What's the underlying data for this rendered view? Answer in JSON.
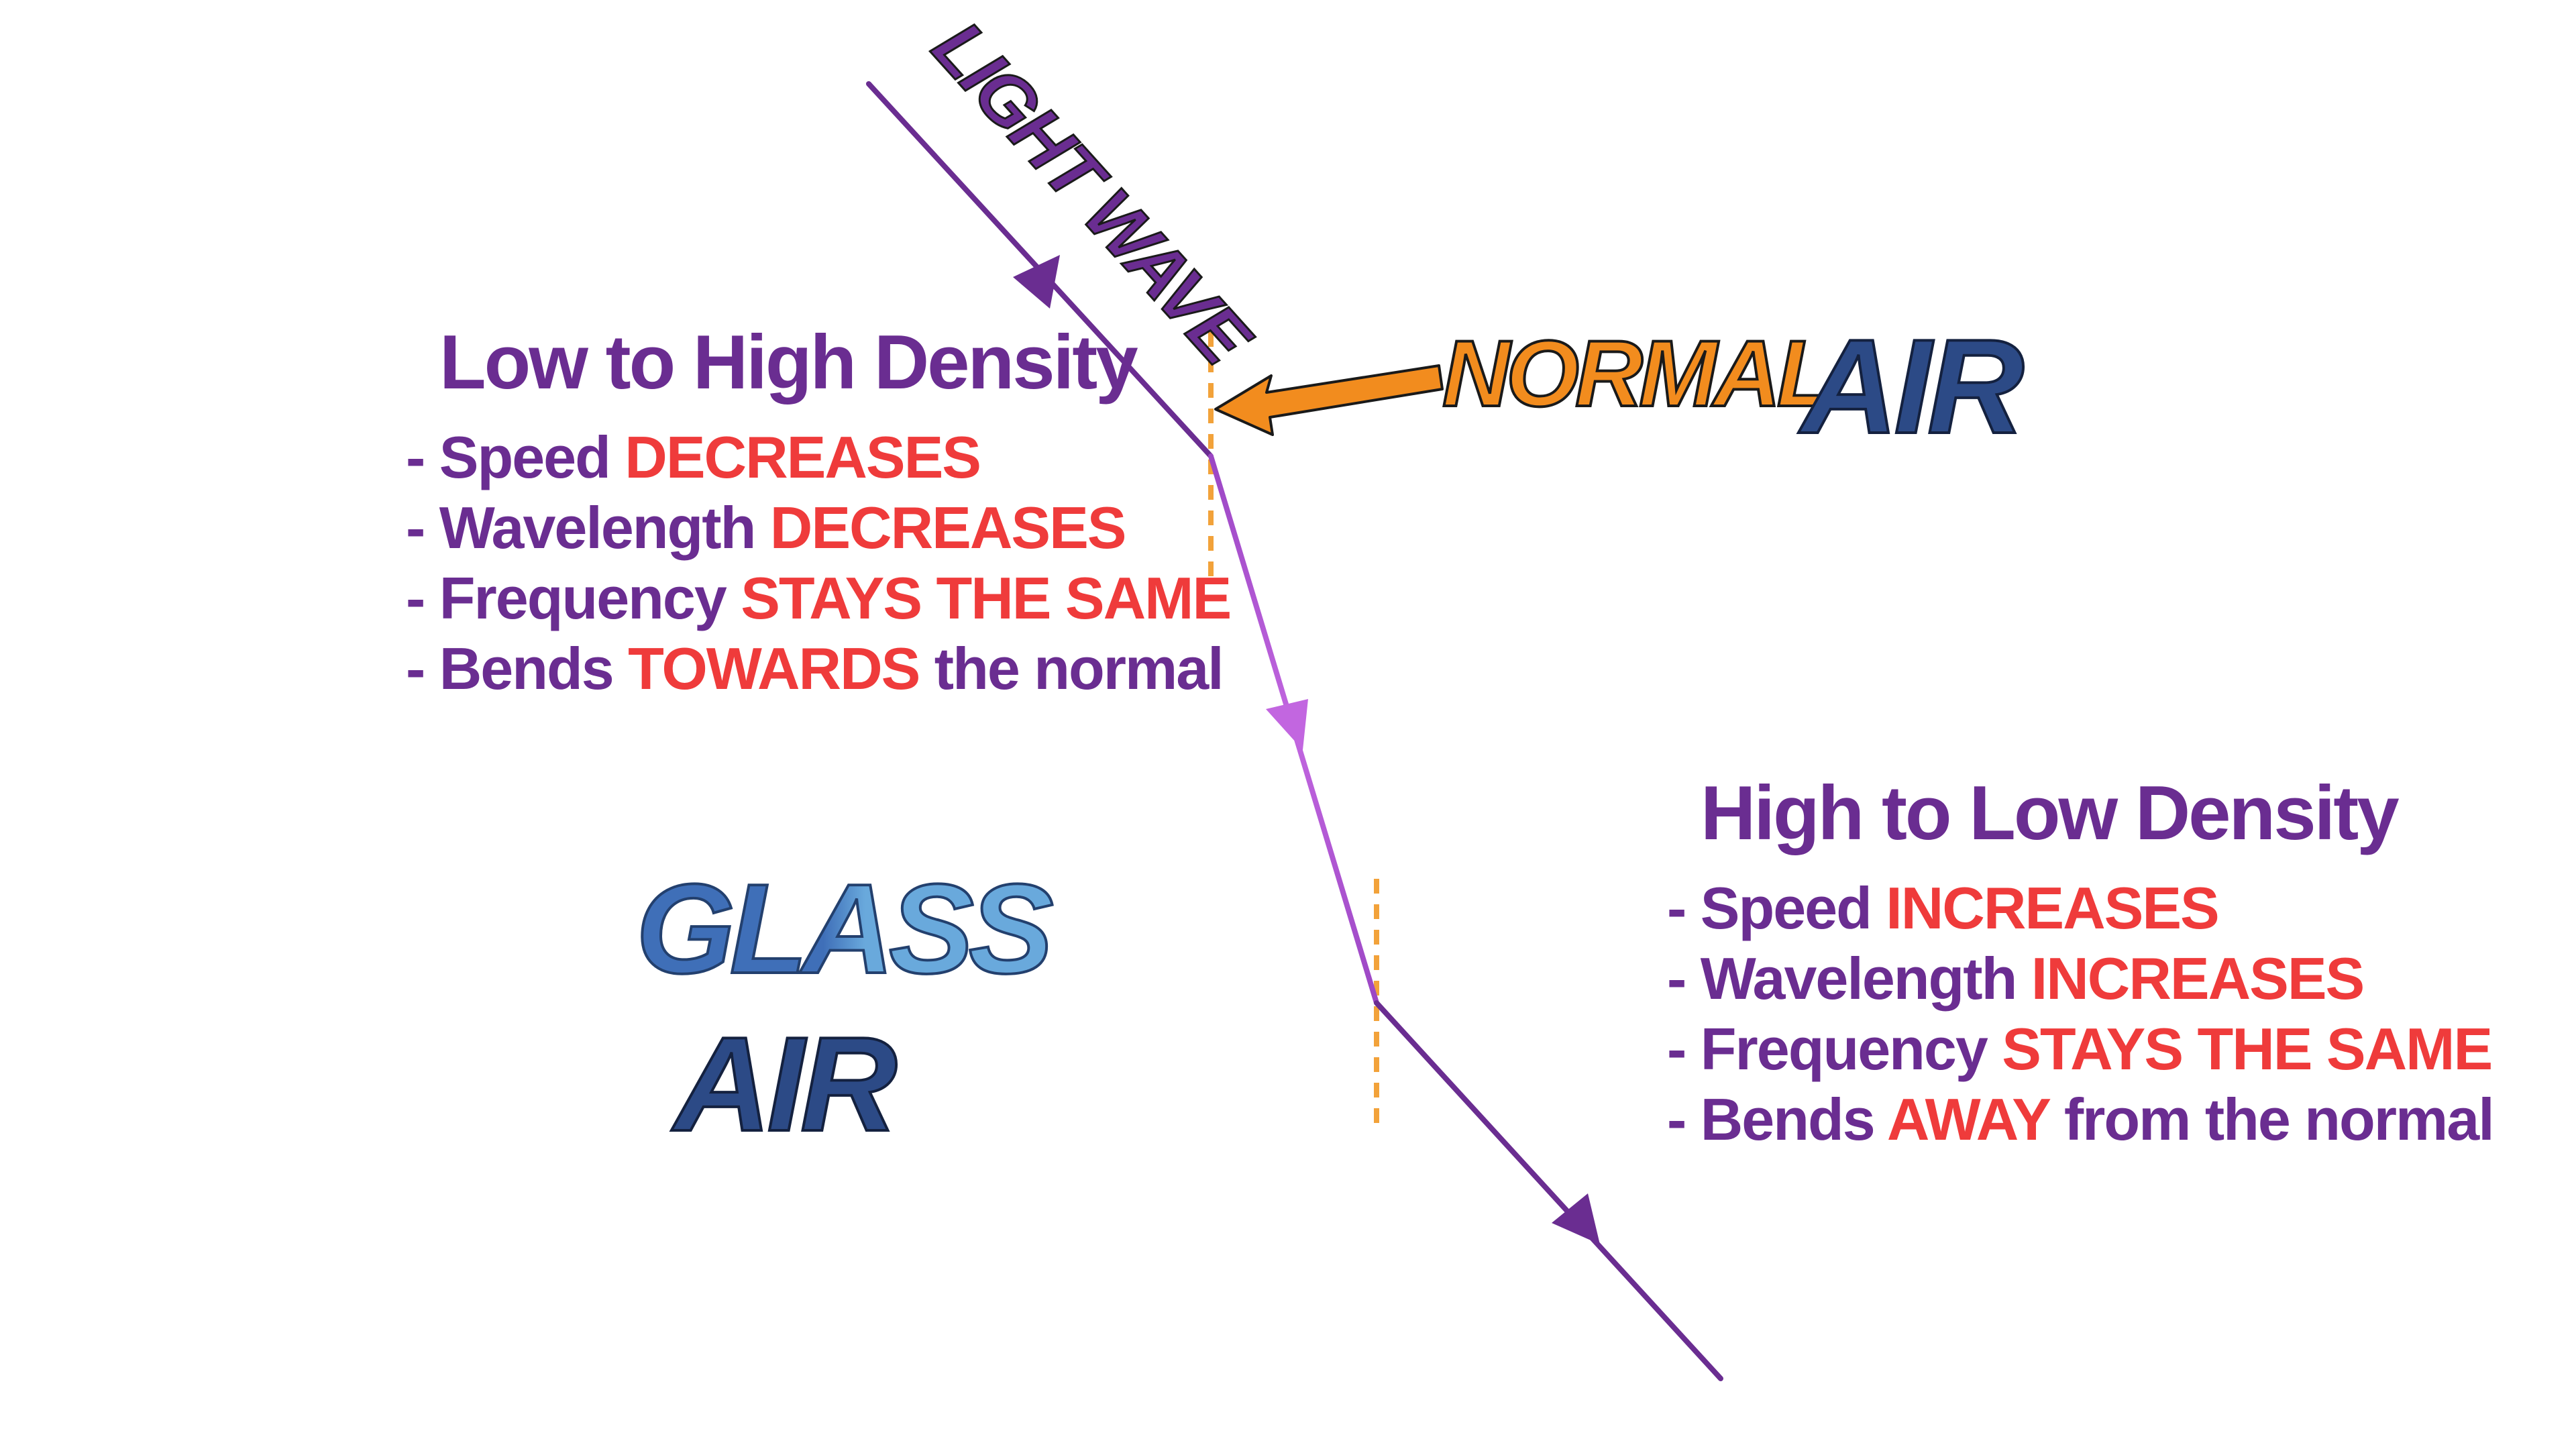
{
  "labels": {
    "light_wave": "LIGHT WAVE",
    "normal": "NORMAL",
    "air_top": "AIR",
    "glass": "GLASS",
    "air_bottom": "AIR"
  },
  "low_to_high": {
    "title": "Low to High Density",
    "items": [
      {
        "prefix": "- Speed ",
        "highlight": "DECREASES",
        "suffix": ""
      },
      {
        "prefix": "- Wavelength ",
        "highlight": "DECREASES",
        "suffix": ""
      },
      {
        "prefix": "- Frequency ",
        "highlight": "STAYS THE SAME",
        "suffix": ""
      },
      {
        "prefix": "- Bends ",
        "highlight": "TOWARDS",
        "suffix": " the normal"
      }
    ]
  },
  "high_to_low": {
    "title": "High to Low Density",
    "items": [
      {
        "prefix": "- Speed ",
        "highlight": "INCREASES",
        "suffix": ""
      },
      {
        "prefix": "- Wavelength ",
        "highlight": "INCREASES",
        "suffix": ""
      },
      {
        "prefix": "- Frequency ",
        "highlight": "STAYS THE SAME",
        "suffix": ""
      },
      {
        "prefix": "- Bends ",
        "highlight": "AWAY",
        "suffix": " from the normal"
      }
    ]
  },
  "colors": {
    "ray": "#6a2d91",
    "ray_in_glass": "#b05ad6",
    "normal_line": "#f2992e",
    "normal_label": "#f28c1e",
    "air_label": "#2c4a86",
    "glass_label_dark": "#3f6fb8",
    "glass_label_light": "#69a9dc",
    "highlight_text": "#ef3b3b",
    "heading_text": "#6a2d91"
  }
}
